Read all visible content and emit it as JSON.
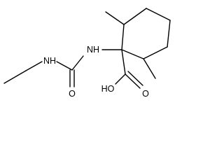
{
  "molecule": {
    "atom_labels": {
      "nh_left": "NH",
      "nh_center": "NH",
      "carbonyl_o": "O",
      "hydroxyl": "HO",
      "acid_o": "O"
    }
  },
  "colors": {
    "bond": "#000000",
    "label": "#000000",
    "background": "#ffffff"
  }
}
